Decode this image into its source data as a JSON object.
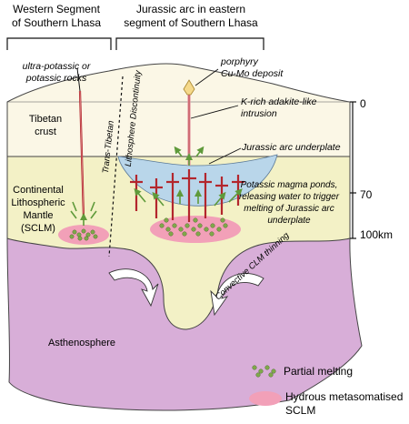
{
  "headers": {
    "west_line1": "Western Segment",
    "west_line2": "of Southern Lhasa",
    "east_line1": "Jurassic arc in eastern",
    "east_line2": "segment of Southern Lhasa"
  },
  "labels": {
    "ultra_potassic_1": "ultra-potassic or",
    "ultra_potassic_2": "potassic rocks",
    "porphyry_1": "porphyry",
    "porphyry_2": "Cu-Mo deposit",
    "krich_1": "K-rich adakite-like",
    "krich_2": "intrusion",
    "tibetan_1": "Tibetan",
    "tibetan_2": "crust",
    "arc_underplate": "Jurassic arc underplate",
    "discontinuity_1": "Trans-Tibetan",
    "discontinuity_2": "Lithosphere Discontinuity",
    "sclm_1": "Continental",
    "sclm_2": "Lithospheric",
    "sclm_3": "Mantle",
    "sclm_4": "(SCLM)",
    "potassic_1": "Potassic magma ponds,",
    "potassic_2": "releasing water to trigger",
    "potassic_3": "melting of Jurassic arc",
    "potassic_4": "underplate",
    "convective": "Convective CLM thinning",
    "asthenosphere": "Asthenosphere"
  },
  "depth_scale": {
    "tick_0": "0",
    "tick_70": "70",
    "tick_100": "100km"
  },
  "legend": {
    "partial_melting": "Partial melting",
    "hydrous_1": "Hydrous metasomatised",
    "hydrous_2": "SCLM"
  },
  "colors": {
    "crust": "#fbf7e6",
    "mantle": "#f3f1c6",
    "asthenosphere": "#d8aed8",
    "underplate": "#b9d6ea",
    "metasomatised": "#f2a0b8",
    "melt": "#7fa84a",
    "dike": "#b3262d",
    "arrow_green": "#6fa848"
  }
}
